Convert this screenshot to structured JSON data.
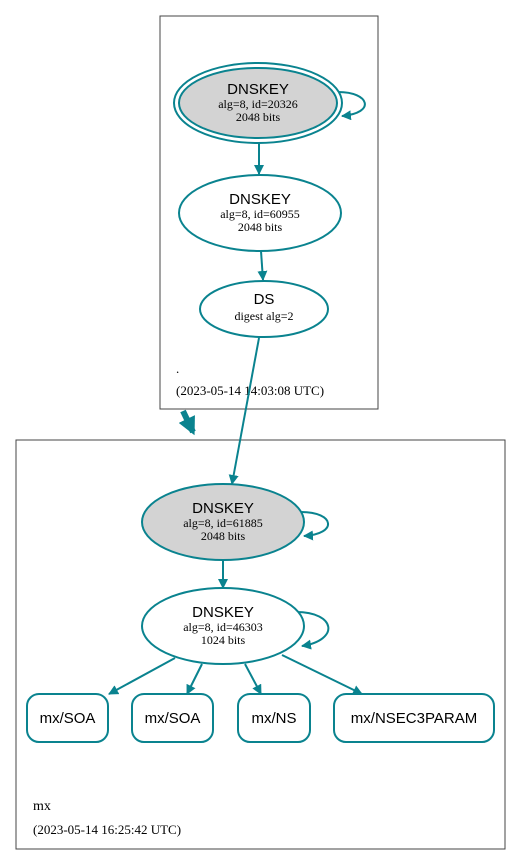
{
  "colors": {
    "edge": "#0a838f",
    "zone_border": "#444444",
    "fill_gray": "#d3d3d3",
    "fill_white": "#ffffff",
    "text": "#000000"
  },
  "zones": {
    "root": {
      "name": ".",
      "timestamp": "(2023-05-14 14:03:08 UTC)"
    },
    "mx": {
      "name": "mx",
      "timestamp": "(2023-05-14 16:25:42 UTC)"
    }
  },
  "nodes": {
    "root_ksk": {
      "title": "DNSKEY",
      "detail": "alg=8, id=20326",
      "bits": "2048 bits"
    },
    "root_zsk": {
      "title": "DNSKEY",
      "detail": "alg=8, id=60955",
      "bits": "2048 bits"
    },
    "root_ds": {
      "title": "DS",
      "detail": "digest alg=2"
    },
    "mx_ksk": {
      "title": "DNSKEY",
      "detail": "alg=8, id=61885",
      "bits": "2048 bits"
    },
    "mx_zsk": {
      "title": "DNSKEY",
      "detail": "alg=8, id=46303",
      "bits": "1024 bits"
    },
    "rrsets": [
      {
        "label": "mx/SOA"
      },
      {
        "label": "mx/SOA"
      },
      {
        "label": "mx/NS"
      },
      {
        "label": "mx/NSEC3PARAM"
      }
    ]
  }
}
